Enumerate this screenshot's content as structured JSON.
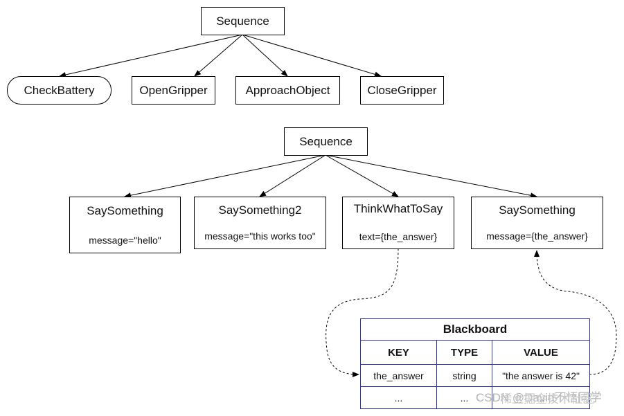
{
  "tree1": {
    "root": "Sequence",
    "children": [
      "CheckBattery",
      "OpenGripper",
      "ApproachObject",
      "CloseGripper"
    ]
  },
  "tree2": {
    "root": "Sequence",
    "children": [
      {
        "title": "SaySomething",
        "port": "message=\"hello\""
      },
      {
        "title": "SaySomething2",
        "port": "message=\"this works too\""
      },
      {
        "title": "ThinkWhatToSay",
        "port": "text={the_answer}"
      },
      {
        "title": "SaySomething",
        "port": "message={the_answer}"
      }
    ]
  },
  "blackboard": {
    "title": "Blackboard",
    "columns": [
      "KEY",
      "TYPE",
      "VALUE"
    ],
    "rows": [
      [
        "the_answer",
        "string",
        "\"the answer is 42\""
      ],
      [
        "...",
        "...",
        "..."
      ]
    ]
  },
  "watermark": "CSDN @David不悟同学",
  "watermark_overlay": "稀土掘金技术社区",
  "colors": {
    "line": "#000000",
    "table_border": "#2c32a8"
  }
}
